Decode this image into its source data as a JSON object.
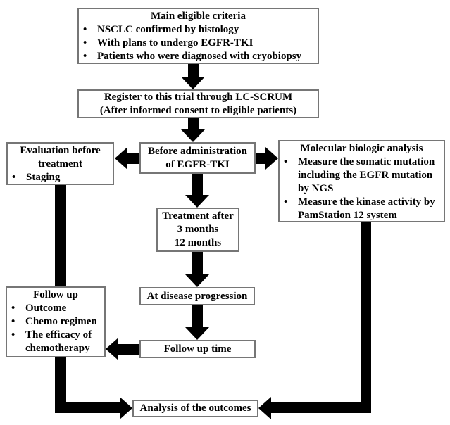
{
  "figure": {
    "bullet_char": "•",
    "colors": {
      "arrow": "#000000",
      "border": "#767676",
      "background": "#ffffff",
      "text": "#000000"
    },
    "boxes": {
      "main_criteria": {
        "title": "Main eligible criteria",
        "bullets": [
          "NSCLC confirmed by histology",
          "With plans to undergo EGFR-TKI",
          "Patients who were diagnosed with cryobiopsy"
        ]
      },
      "register": {
        "lines": [
          "Register to this trial through LC-SCRUM",
          "(After informed consent to eligible patients)"
        ]
      },
      "evaluation": {
        "title": "Evaluation before treatment",
        "bullets": [
          "Staging"
        ]
      },
      "before_admin": {
        "lines": [
          "Before administration",
          "of EGFR-TKI"
        ]
      },
      "molecular": {
        "title": "Molecular biologic analysis",
        "bullets": [
          "Measure the somatic mutation including the EGFR mutation by NGS",
          "Measure the kinase activity by PamStation 12 system"
        ]
      },
      "treatment": {
        "lines": [
          "Treatment after",
          "3 months",
          "12 months"
        ]
      },
      "disease_progression": {
        "label": "At disease progression"
      },
      "follow_up_time": {
        "label": "Follow up time"
      },
      "follow_up": {
        "title": "Follow up",
        "bullets": [
          "Outcome",
          "Chemo regimen",
          "The efficacy of chemotherapy"
        ]
      },
      "analysis": {
        "label": "Analysis of the outcomes"
      }
    }
  }
}
